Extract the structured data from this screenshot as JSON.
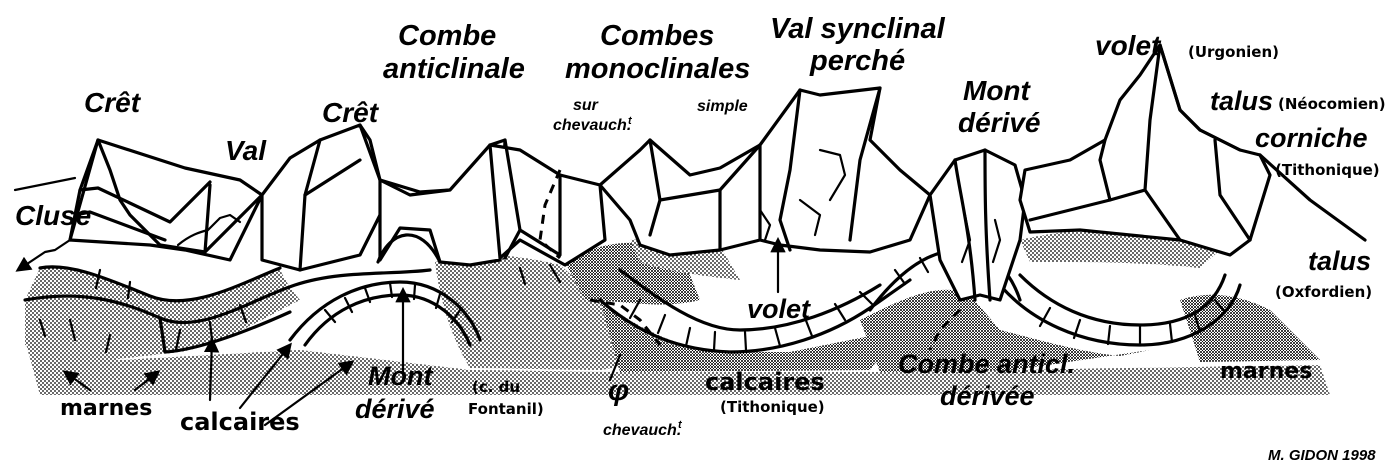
{
  "labels": {
    "cret_left": "Crêt",
    "val": "Val",
    "cluse": "Cluse",
    "cret_mid": "Crêt",
    "combe_anticlinale_1": "Combe",
    "combe_anticlinale_2": "anticlinale",
    "combes_mono_1": "Combes",
    "combes_mono_2": "monoclinales",
    "sur_chevauch": "sur",
    "sur_chevauch_2": "chevauch.",
    "sur_chevauch_sup": "t",
    "simple": "simple",
    "val_synclinal_1": "Val synclinal",
    "val_synclinal_2": "perché",
    "mont_derive_top_1": "Mont",
    "mont_derive_top_2": "dérivé",
    "volet_top": "volet",
    "urgonien": "(Urgonien)",
    "talus_top": "talus",
    "neocomien": "(Néocomien)",
    "corniche": "corniche",
    "tithonique_right": "(Tithonique)",
    "talus_bottom": "talus",
    "oxfordien": "(Oxfordien)",
    "marnes_left": "marnes",
    "calcaires_left": "calcaires",
    "mont_derive_bottom_1": "Mont",
    "mont_derive_bottom_2": "dérivé",
    "fontanil_1": "(c. du",
    "fontanil_2": "Fontanil)",
    "phi": "φ",
    "chevauch_bottom": "chevauch.",
    "chevauch_bottom_sup": "t",
    "calcaires_mid": "calcaires",
    "tithonique_mid": "(Tithonique)",
    "volet_mid": "volet",
    "combe_anticl_1": "Combe anticl.",
    "combe_anticl_2": "dérivée",
    "marnes_right": "marnes",
    "credit": "M. GIDON 1998"
  },
  "colors": {
    "ink": "#000000",
    "paper": "#ffffff",
    "marl_stipple": "#000000"
  },
  "icons": {
    "arrows": "arrow-icon"
  }
}
